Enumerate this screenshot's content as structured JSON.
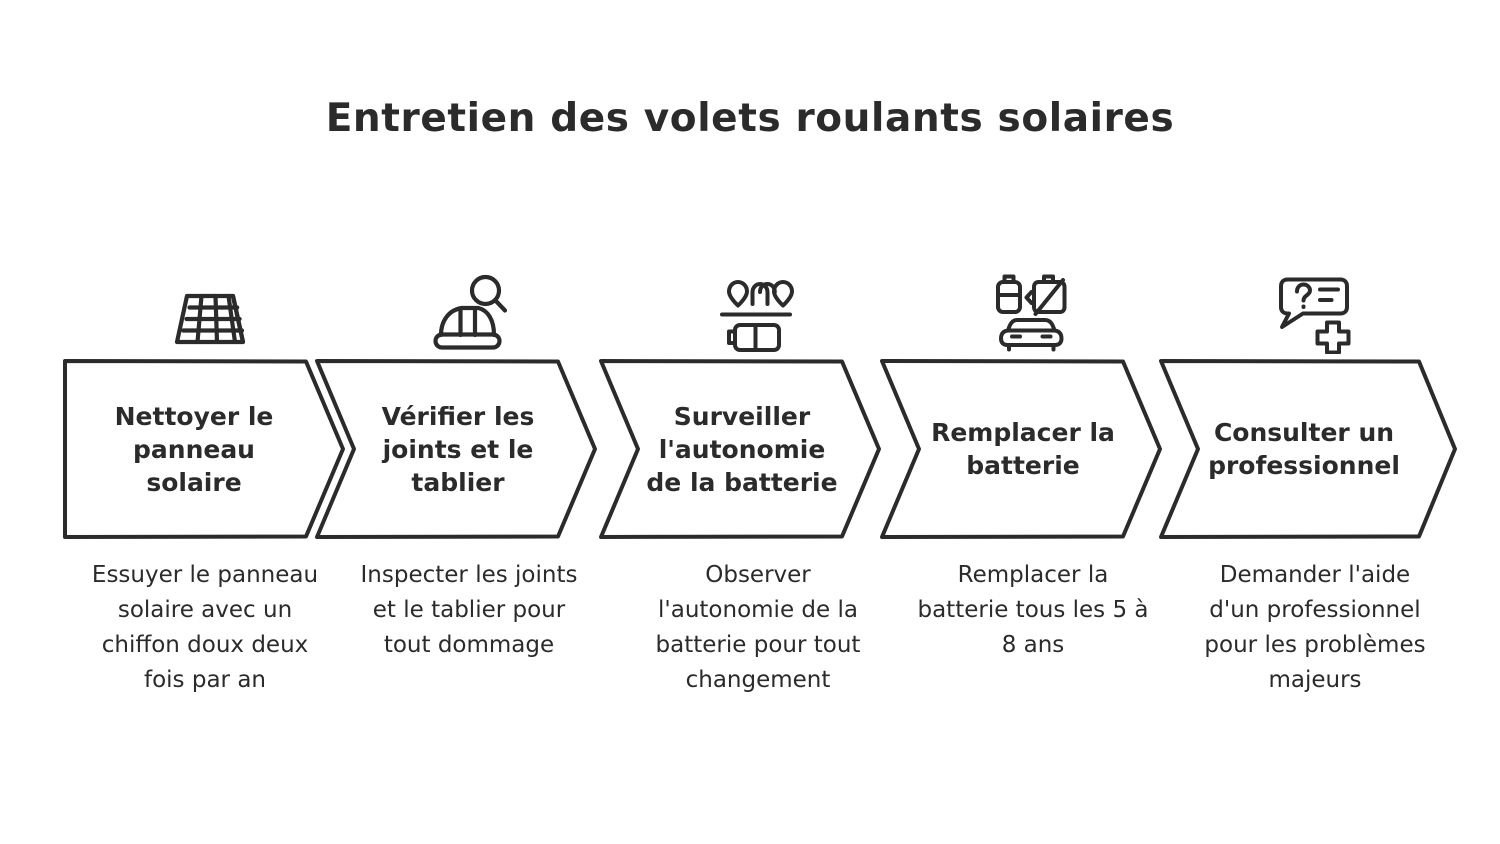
{
  "title": "Entretien des volets roulants solaires",
  "theme": {
    "background": "#ffffff",
    "stroke": "#2b2b2b",
    "text": "#2b2b2b",
    "fill": "#ffffff"
  },
  "steps": [
    {
      "icon": "solar-panel-icon",
      "label": "Nettoyer le panneau solaire",
      "description": "Essuyer le panneau solaire avec un chiffon doux deux fois par an"
    },
    {
      "icon": "hard-hat-magnifier-icon",
      "label": "Vérifier les joints et le tablier",
      "description": "Inspecter les joints et le tablier pour tout dommage"
    },
    {
      "icon": "battery-monitor-icon",
      "label": "Surveiller l'autonomie de la batterie",
      "description": "Observer l'autonomie de la batterie pour tout changement"
    },
    {
      "icon": "battery-replace-car-icon",
      "label": "Remplacer la batterie",
      "description": "Remplacer la batterie tous les 5 à 8 ans"
    },
    {
      "icon": "help-question-plus-icon",
      "label": "Consulter un professionnel",
      "description": "Demander l'aide d'un professionnel pour les problèmes majeurs"
    }
  ]
}
